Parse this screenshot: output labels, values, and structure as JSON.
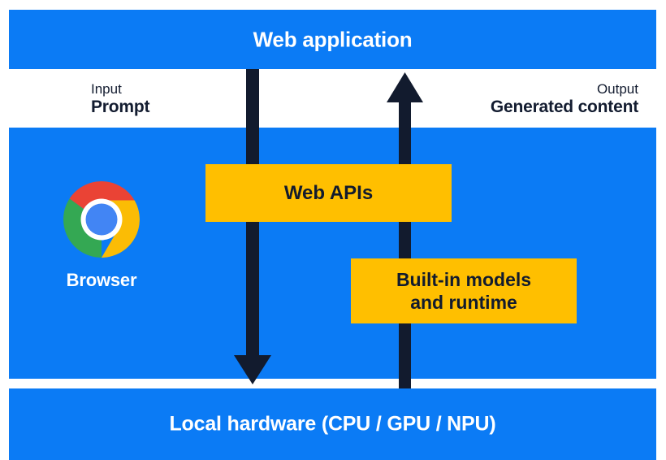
{
  "diagram": {
    "title_top": "Web application",
    "title_bottom": "Local hardware (CPU / GPU / NPU)",
    "colors": {
      "panel_blue": "#0b7bf5",
      "box_amber": "#ffbf00",
      "arrow_navy": "#121b2e",
      "panel_text": "#ffffff",
      "box_text": "#121b2e",
      "annotation_text": "#131c30"
    },
    "annotations": {
      "input": {
        "kind": "Input",
        "value": "Prompt"
      },
      "output": {
        "kind": "Output",
        "value": "Generated content"
      }
    },
    "boxes": {
      "web_apis": "Web APIs",
      "builtin_models_line1": "Built-in models",
      "builtin_models_line2": "and runtime"
    },
    "browser": {
      "label": "Browser",
      "logo_icon": "chrome-logo-icon",
      "logo_colors": {
        "red": "#ea4335",
        "yellow": "#fbbc05",
        "green": "#34a853",
        "blue": "#4285f4",
        "ring": "#ffffff"
      }
    },
    "arrows": {
      "down_arrow_icon": "arrow-down-icon",
      "up_arrow_icon": "arrow-up-icon"
    }
  }
}
